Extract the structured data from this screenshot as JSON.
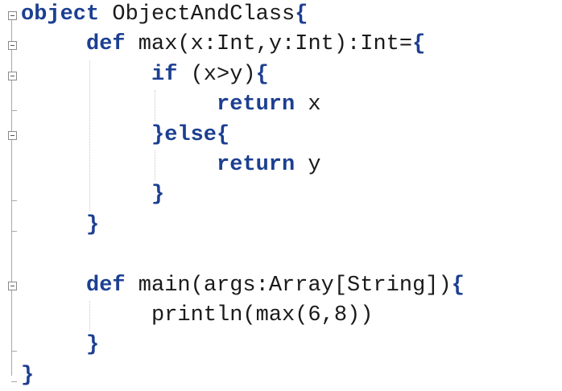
{
  "code": {
    "lines": [
      {
        "indent": 0,
        "tokens": [
          {
            "kw": "object"
          },
          {
            "t": " ObjectAndClass"
          },
          {
            "br": "{"
          }
        ]
      },
      {
        "indent": 1,
        "tokens": [
          {
            "kw": "def"
          },
          {
            "t": " max(x:Int,y:Int):Int="
          },
          {
            "br": "{"
          }
        ]
      },
      {
        "indent": 2,
        "tokens": [
          {
            "kw": "if"
          },
          {
            "t": " (x>y)"
          },
          {
            "br": "{"
          }
        ]
      },
      {
        "indent": 3,
        "tokens": [
          {
            "kw": "return"
          },
          {
            "t": " x"
          }
        ]
      },
      {
        "indent": 2,
        "tokens": [
          {
            "br": "}"
          },
          {
            "kw": "else"
          },
          {
            "br": "{"
          }
        ]
      },
      {
        "indent": 3,
        "tokens": [
          {
            "kw": "return"
          },
          {
            "t": " y"
          }
        ]
      },
      {
        "indent": 2,
        "tokens": [
          {
            "br": "}"
          }
        ]
      },
      {
        "indent": 1,
        "tokens": [
          {
            "br": "}"
          }
        ]
      },
      {
        "indent": 0,
        "tokens": []
      },
      {
        "indent": 1,
        "tokens": [
          {
            "kw": "def"
          },
          {
            "t": " main(args:Array[String])"
          },
          {
            "br": "{"
          }
        ]
      },
      {
        "indent": 2,
        "tokens": [
          {
            "t": "println(max(6,8))"
          }
        ]
      },
      {
        "indent": 1,
        "tokens": [
          {
            "br": "}"
          }
        ]
      },
      {
        "indent": 0,
        "tokens": [
          {
            "br": "}"
          }
        ]
      }
    ]
  },
  "gutter": {
    "fold_open_lines": [
      0,
      1,
      2,
      4,
      9
    ],
    "fold_end_lines": [
      3,
      6,
      7,
      11,
      12
    ]
  },
  "colors": {
    "keyword": "#1c3f91",
    "text": "#1a1a1a",
    "background": "#ffffff"
  },
  "icons": {
    "fold": "minus-box-icon"
  }
}
